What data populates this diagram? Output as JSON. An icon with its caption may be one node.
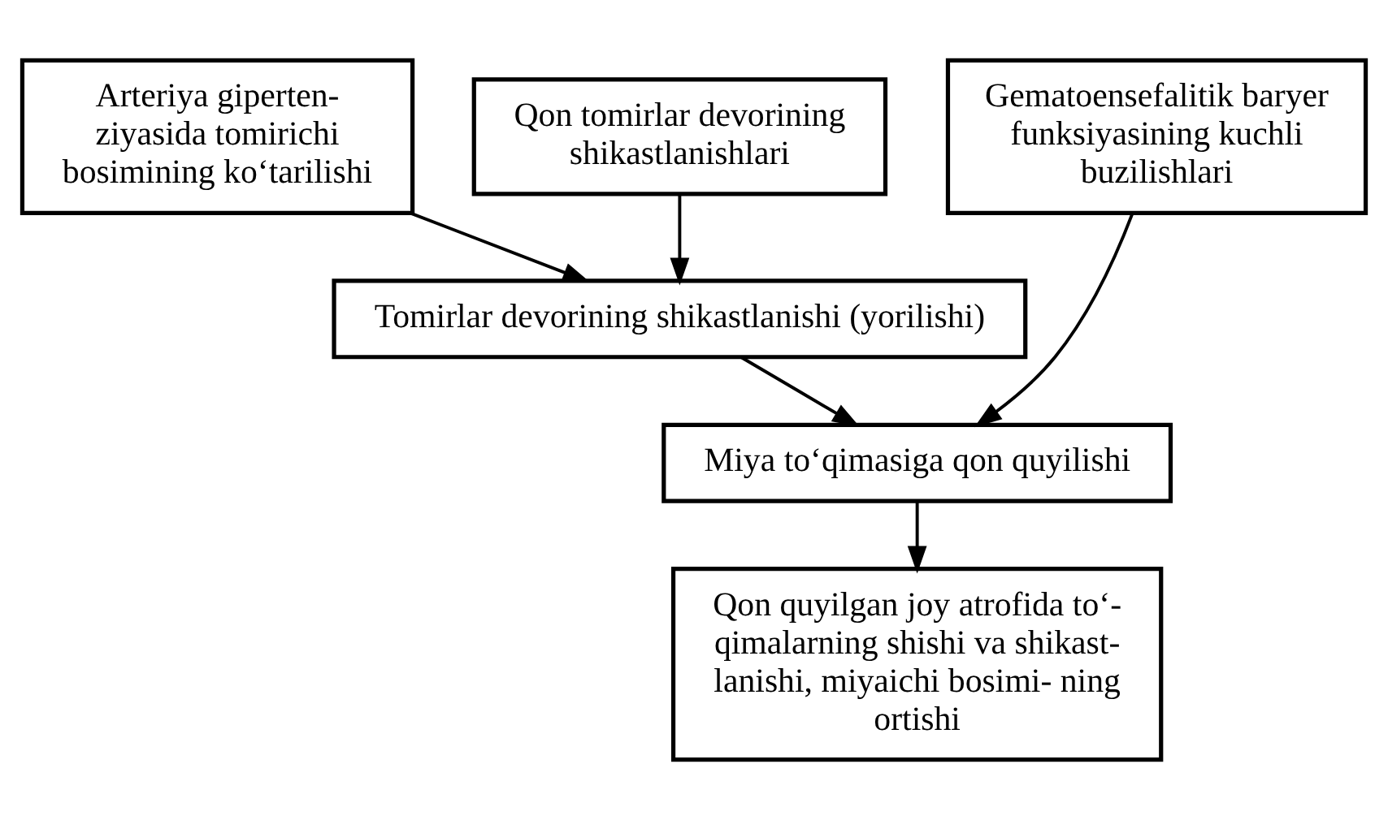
{
  "diagram": {
    "nodes": [
      {
        "text": [
          "Arteriya giperten- ziyasida tomirichi bosimining ko‘tarilishi"
        ]
      },
      {
        "text": [
          "Qon tomirlar devorining shikastlanishlari"
        ]
      },
      {
        "text": [
          "Gematoensefalitik baryer funksiyasining kuchli buzilishlari"
        ]
      },
      {
        "text": [
          "Tomirlar devorining shikastlanishi (yorilishi)"
        ]
      },
      {
        "text": [
          "Miya to‘qimasiga qon quyilishi"
        ]
      },
      {
        "text": [
          "Qon quyilgan joy atrofida to‘- qimalarning shishi va shikast- lanishi, miyaichi bosimi- ning ortishi"
        ]
      }
    ],
    "edges": [
      {
        "from": 0,
        "to": 3,
        "arrow": "to"
      },
      {
        "from": 1,
        "to": 3,
        "arrow": "to"
      },
      {
        "from": 3,
        "to": 4,
        "arrow": "to"
      },
      {
        "from": 2,
        "to": 4,
        "arrow": "to"
      },
      {
        "from": 4,
        "to": 5,
        "arrow": "to"
      }
    ]
  }
}
